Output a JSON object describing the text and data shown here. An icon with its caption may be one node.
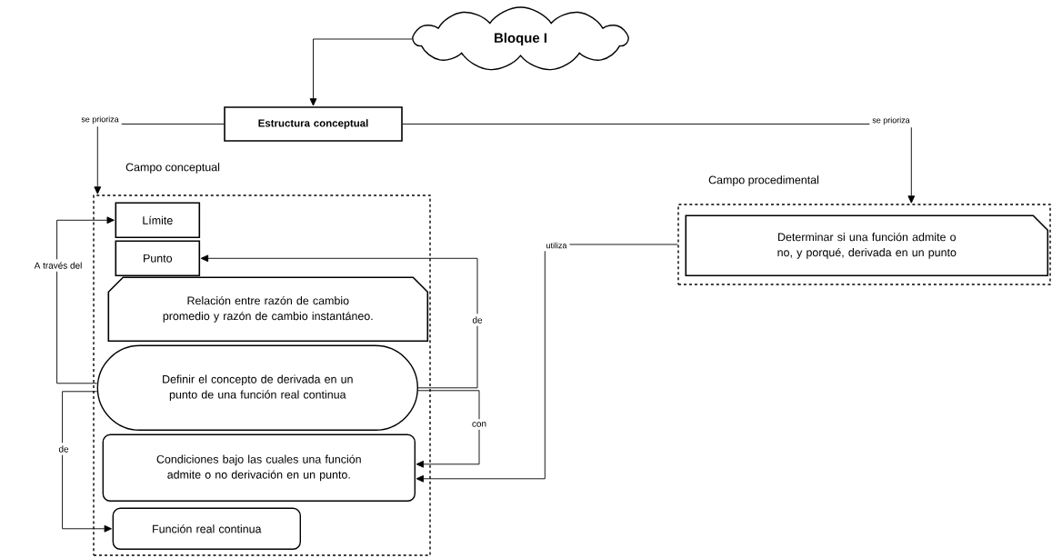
{
  "diagram": {
    "nodes": [
      {
        "text": [
          "Bloque I"
        ]
      },
      {
        "text": [
          "Estructura conceptual"
        ]
      },
      {
        "text": [
          "Campo conceptual"
        ]
      },
      {
        "text": [
          "Límite"
        ],
        "in": 2
      },
      {
        "text": [
          "Punto"
        ],
        "in": 2
      },
      {
        "text": [
          "Relación entre razón de cambio promedio y razón de cambio instantáneo."
        ],
        "in": 2
      },
      {
        "text": [
          "Definir el concepto de derivada en un punto de una función real continua"
        ],
        "in": 2
      },
      {
        "text": [
          "Condiciones bajo las cuales una función admite o no derivación en un punto."
        ],
        "in": 2
      },
      {
        "text": [
          "Función real continua"
        ],
        "in": 2
      },
      {
        "text": [
          "Campo procedimental"
        ]
      },
      {
        "text": [
          "Determinar si una función admite o no, y porqué, derivada en un punto"
        ],
        "in": 9
      }
    ],
    "edges": [
      {
        "from": 0,
        "to": 1,
        "arrow": "to"
      },
      {
        "from": 1,
        "to": 2,
        "arrow": "to",
        "label": "se prioriza"
      },
      {
        "from": 1,
        "to": 9,
        "arrow": "to",
        "label": "se prioriza"
      },
      {
        "from": 6,
        "to": 3,
        "arrow": "to",
        "label": "A través del"
      },
      {
        "from": 6,
        "to": 8,
        "arrow": "to",
        "label": "de"
      },
      {
        "from": 6,
        "to": 4,
        "arrow": "to",
        "label": "de"
      },
      {
        "from": 6,
        "to": 7,
        "arrow": "to",
        "label": "con"
      },
      {
        "from": 9,
        "to": 7,
        "arrow": "to",
        "label": "utiliza"
      }
    ]
  }
}
